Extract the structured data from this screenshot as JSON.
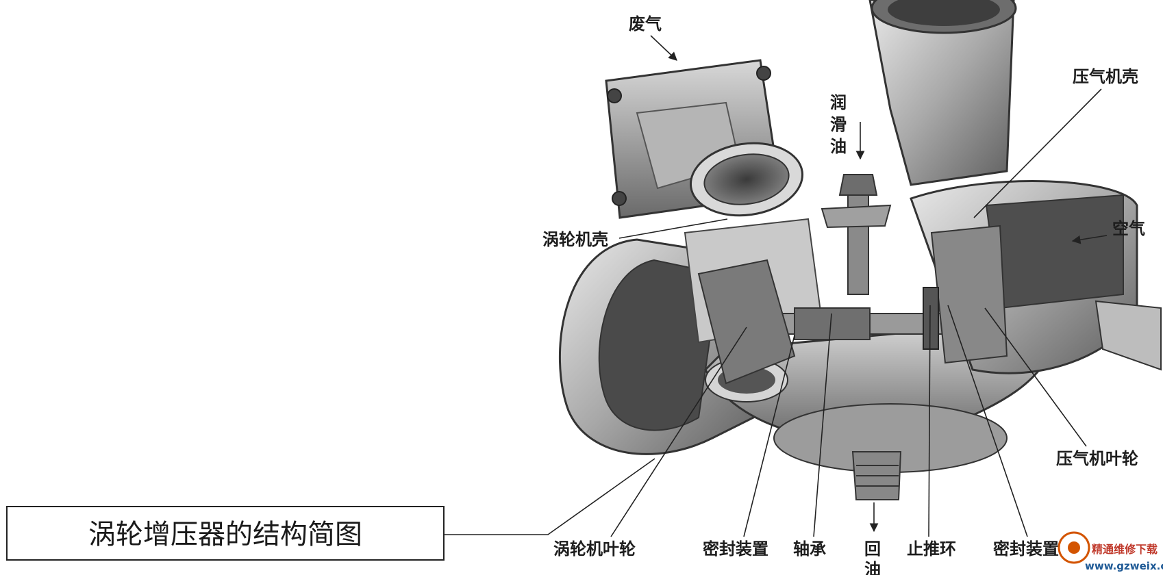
{
  "title": "涡轮增压器的结构简图",
  "labels": {
    "exhaust": "废气",
    "lube_oil": "润滑油",
    "compressor_housing": "压气机壳",
    "air": "空气",
    "turbine_housing": "涡轮机壳",
    "compressor_wheel": "压气机叶轮",
    "turbine_wheel": "涡轮机叶轮",
    "seal_device_left": "密封装置",
    "bearing": "轴承",
    "oil_return": "回油",
    "thrust_ring": "止推环",
    "seal_device_right": "密封装置"
  },
  "watermark": {
    "text": "精通维修下载",
    "url": "www.gzweix.com"
  }
}
